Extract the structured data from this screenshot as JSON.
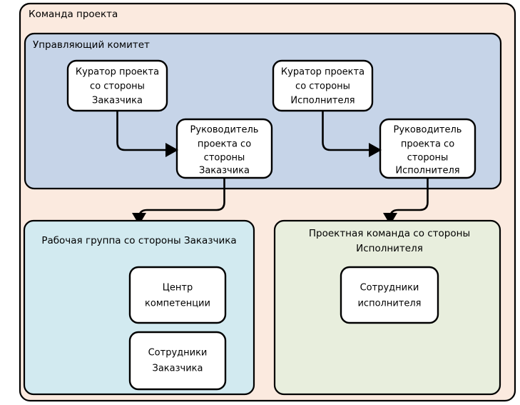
{
  "diagram": {
    "title": "Команда проекта",
    "background": "#ffffff",
    "colors": {
      "outer_fill": "#fbeadf",
      "steering_fill": "#c6d4e8",
      "workgroup_fill": "#d2eaf0",
      "projectteam_fill": "#e8eedd",
      "node_fill": "#ffffff",
      "stroke": "#000000"
    },
    "containers": [
      {
        "id": "project-team",
        "label": "Команда проекта",
        "fill": "#fbeadf",
        "label_align": "left"
      },
      {
        "id": "steering-committee",
        "label": "Управляющий комитет",
        "fill": "#c6d4e8",
        "label_align": "left"
      },
      {
        "id": "customer-working-group",
        "label": "Рабочая группа со стороны Заказчика",
        "fill": "#d2eaf0",
        "label_align": "center"
      },
      {
        "id": "contractor-project-team",
        "label_line1": "Проектная команда со стороны",
        "label_line2": "Исполнителя",
        "fill": "#e8eedd",
        "label_align": "center"
      }
    ],
    "nodes": [
      {
        "id": "customer-sponsor",
        "lines": [
          "Куратор проекта",
          "со стороны",
          "Заказчика"
        ]
      },
      {
        "id": "contractor-sponsor",
        "lines": [
          "Куратор проекта",
          "со стороны",
          "Исполнителя"
        ]
      },
      {
        "id": "customer-project-manager",
        "lines": [
          "Руководитель",
          "проекта со",
          "стороны",
          "Заказчика"
        ]
      },
      {
        "id": "contractor-project-manager",
        "lines": [
          "Руководитель",
          "проекта со",
          "стороны",
          "Исполнителя"
        ]
      },
      {
        "id": "competence-center",
        "lines": [
          "Центр",
          "компетенции"
        ]
      },
      {
        "id": "customer-staff",
        "lines": [
          "Сотрудники",
          "Заказчика"
        ]
      },
      {
        "id": "contractor-staff",
        "lines": [
          "Сотрудники",
          "исполнителя"
        ]
      }
    ],
    "connectors": [
      {
        "id": "customer-sponsor-to-customer-pm",
        "from": "customer-sponsor",
        "to": "customer-project-manager"
      },
      {
        "id": "contractor-sponsor-to-contractor-pm",
        "from": "contractor-sponsor",
        "to": "contractor-project-manager"
      },
      {
        "id": "customer-pm-to-working-group",
        "from": "customer-project-manager",
        "to": "customer-working-group"
      },
      {
        "id": "contractor-pm-to-project-team",
        "from": "contractor-project-manager",
        "to": "contractor-project-team"
      }
    ]
  }
}
